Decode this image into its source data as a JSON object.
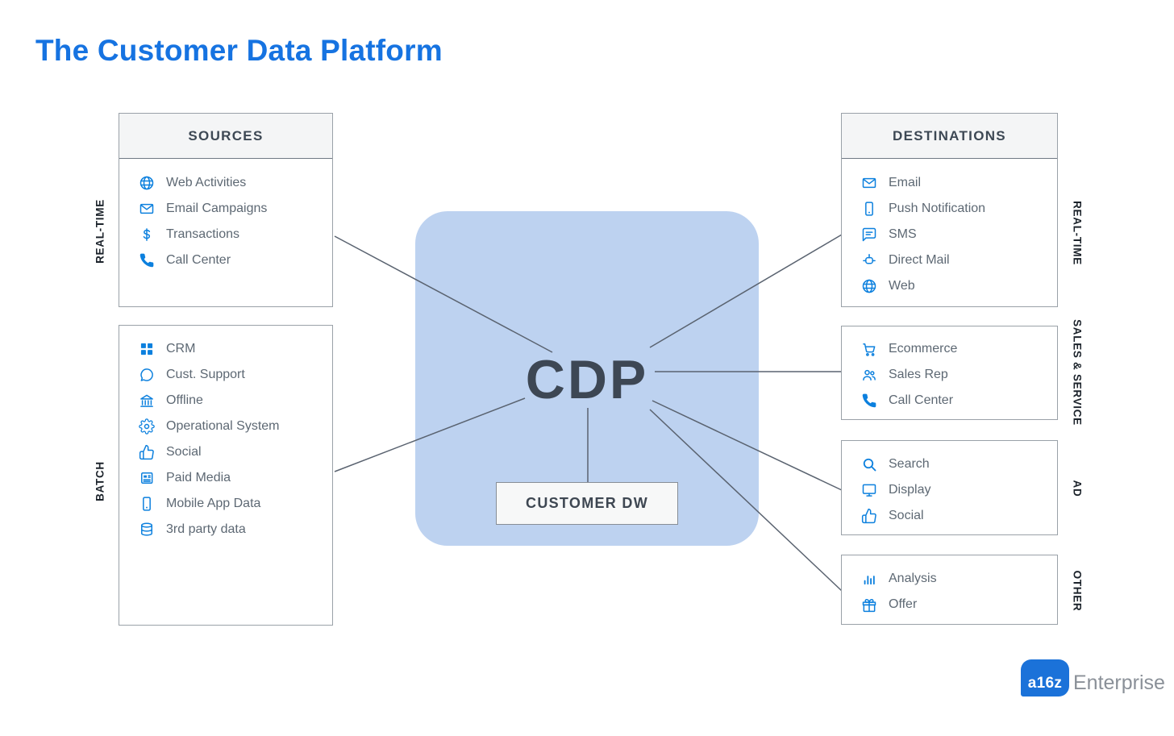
{
  "title": "The Customer Data Platform",
  "center": {
    "label": "CDP",
    "sub_label": "CUSTOMER DW"
  },
  "sources": {
    "header": "SOURCES",
    "groups": [
      {
        "side_label": "REAL-TIME",
        "items": [
          {
            "icon": "globe-icon",
            "label": "Web Activities"
          },
          {
            "icon": "email-icon",
            "label": "Email Campaigns"
          },
          {
            "icon": "dollar-icon",
            "label": "Transactions"
          },
          {
            "icon": "phone-icon",
            "label": "Call Center"
          }
        ]
      },
      {
        "side_label": "BATCH",
        "items": [
          {
            "icon": "grid-icon",
            "label": "CRM"
          },
          {
            "icon": "chat-icon",
            "label": "Cust. Support"
          },
          {
            "icon": "bank-icon",
            "label": "Offline"
          },
          {
            "icon": "gear-icon",
            "label": "Operational System"
          },
          {
            "icon": "thumbs-up-icon",
            "label": "Social"
          },
          {
            "icon": "newspaper-icon",
            "label": "Paid Media"
          },
          {
            "icon": "mobile-icon",
            "label": "Mobile App Data"
          },
          {
            "icon": "database-icon",
            "label": "3rd party data"
          }
        ]
      }
    ]
  },
  "destinations": {
    "header": "DESTINATIONS",
    "groups": [
      {
        "side_label": "REAL-TIME",
        "items": [
          {
            "icon": "email-icon",
            "label": "Email"
          },
          {
            "icon": "mobile-icon",
            "label": "Push Notification"
          },
          {
            "icon": "sms-icon",
            "label": "SMS"
          },
          {
            "icon": "direct-mail-icon",
            "label": "Direct Mail"
          },
          {
            "icon": "globe-icon",
            "label": "Web"
          }
        ]
      },
      {
        "side_label": "SALES & SERVICE",
        "items": [
          {
            "icon": "cart-icon",
            "label": "Ecommerce"
          },
          {
            "icon": "users-icon",
            "label": "Sales Rep"
          },
          {
            "icon": "phone-icon",
            "label": "Call Center"
          }
        ]
      },
      {
        "side_label": "AD",
        "items": [
          {
            "icon": "search-icon",
            "label": "Search"
          },
          {
            "icon": "monitor-icon",
            "label": "Display"
          },
          {
            "icon": "thumbs-up-icon",
            "label": "Social"
          }
        ]
      },
      {
        "side_label": "OTHER",
        "items": [
          {
            "icon": "analysis-icon",
            "label": "Analysis"
          },
          {
            "icon": "gift-icon",
            "label": "Offer"
          }
        ]
      }
    ]
  },
  "logo": {
    "mark": "a16z",
    "text": "Enterprise"
  },
  "colors": {
    "title_blue": "#1673e1",
    "icon_blue": "#0c80de",
    "panel_blue": "#bdd2f0",
    "line_gray": "#5a6370",
    "header_bg": "#f4f5f6",
    "border_gray": "#9aa1a8",
    "item_text_gray": "#5d6873",
    "vertical_label_dark": "#1c232b"
  }
}
